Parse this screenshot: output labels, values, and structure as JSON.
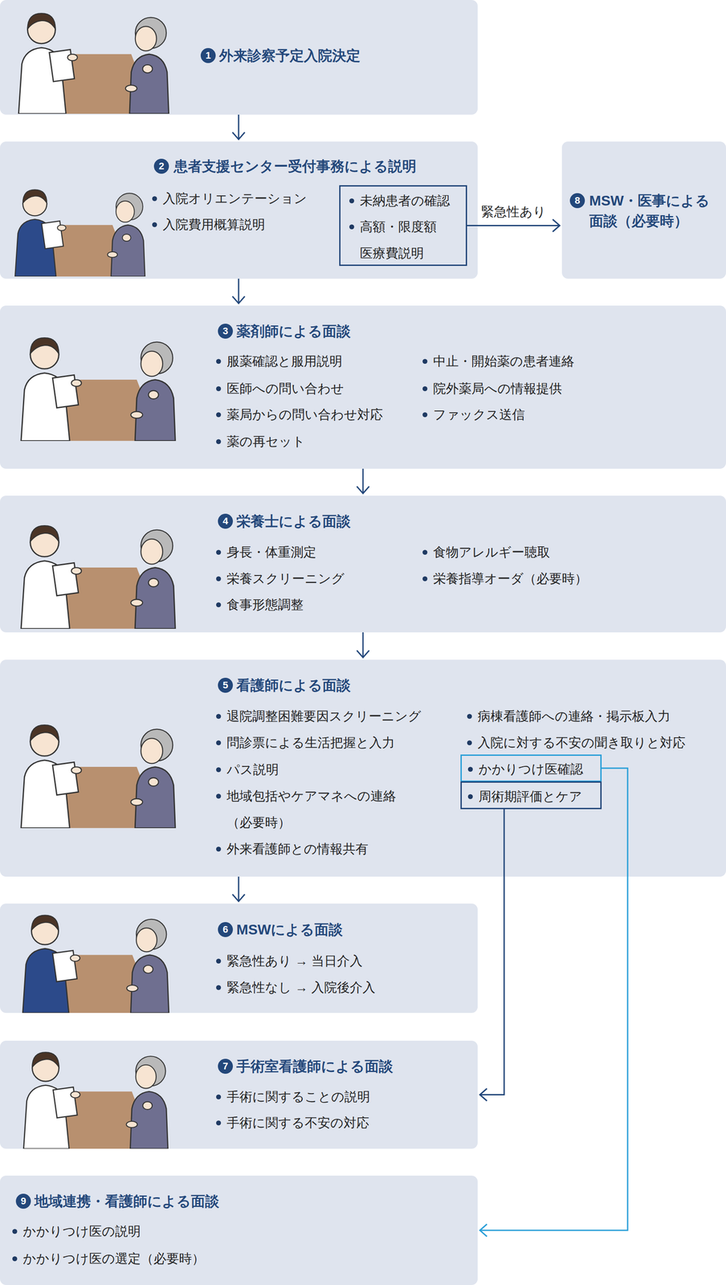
{
  "diagram": {
    "nodes": [
      {
        "text": [
          "1",
          "外来診察予定入院決定"
        ]
      },
      {
        "text": [
          "2",
          "患者支援センター受付事務による説明",
          "入院オリエンテーション",
          "入院費用概算説明"
        ]
      },
      {
        "text": [
          "未納患者の確認",
          "高額・限度額 医療費説明"
        ],
        "in": 1
      },
      {
        "text": [
          "8",
          "MSW・医事による面談（必要時）"
        ]
      },
      {
        "text": [
          "3",
          "薬剤師による面談",
          "服薬確認と服用説明",
          "医師への問い合わせ",
          "薬局からの問い合わせ対応",
          "薬の再セット",
          "中止・開始薬の患者連絡",
          "院外薬局への情報提供",
          "ファックス送信"
        ]
      },
      {
        "text": [
          "4",
          "栄養士による面談",
          "身長・体重測定",
          "栄養スクリーニング",
          "食事形態調整",
          "食物アレルギー聴取",
          "栄養指導オーダ（必要時）"
        ]
      },
      {
        "text": [
          "5",
          "看護師による面談",
          "退院調整困難要因スクリーニング",
          "問診票による生活把握と入力",
          "パス説明",
          "地域包括やケアマネへの連絡 （必要時）",
          "外来看護師との情報共有",
          "病棟看護師への連絡・掲示板入力",
          "入院に対する不安の聞き取りと対応"
        ]
      },
      {
        "text": [
          "かかりつけ医確認"
        ],
        "in": 6
      },
      {
        "text": [
          "周術期評価とケア"
        ],
        "in": 6
      },
      {
        "text": [
          "6",
          "MSWによる面談",
          "緊急性あり → 当日介入",
          "緊急性なし → 入院後介入"
        ]
      },
      {
        "text": [
          "7",
          "手術室看護師による面談",
          "手術に関することの説明",
          "手術に関する不安の対応"
        ]
      },
      {
        "text": [
          "9",
          "地域連携・看護師による面談",
          "かかりつけ医の説明",
          "かかりつけ医の選定（必要時）"
        ]
      }
    ],
    "edges": [
      {
        "from": 0,
        "to": 1,
        "arrow": "to"
      },
      {
        "from": 1,
        "to": 4,
        "arrow": "to"
      },
      {
        "from": 2,
        "to": 3,
        "label": "緊急性あり",
        "arrow": "to"
      },
      {
        "from": 4,
        "to": 5,
        "arrow": "to"
      },
      {
        "from": 5,
        "to": 6,
        "arrow": "to"
      },
      {
        "from": 6,
        "to": 9,
        "arrow": "to"
      },
      {
        "from": 7,
        "to": 11,
        "arrow": "to"
      },
      {
        "from": 8,
        "to": 10,
        "arrow": "to"
      }
    ]
  }
}
